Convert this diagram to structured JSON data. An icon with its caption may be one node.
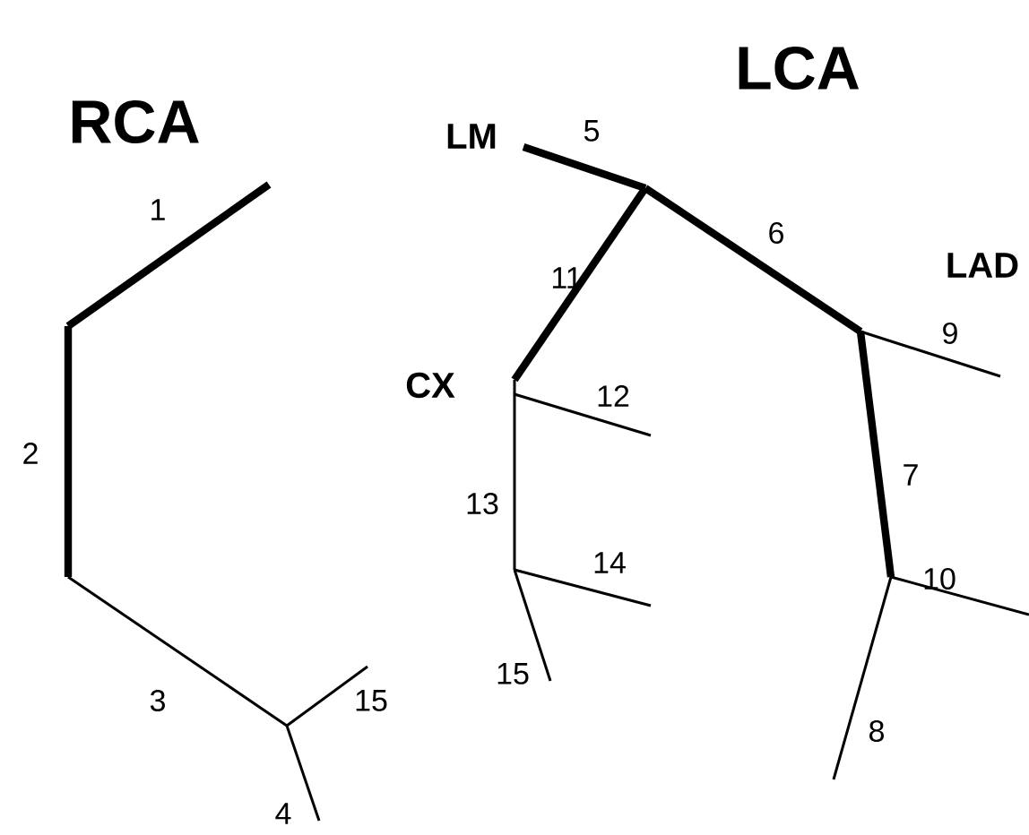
{
  "diagram": {
    "labels": [
      "RCA",
      "LCA",
      "LM",
      "5",
      "1",
      "6",
      "LAD",
      "11",
      "9",
      "CX",
      "12",
      "2",
      "13",
      "7",
      "14",
      "10",
      "3",
      "15",
      "15",
      "8",
      "4"
    ]
  }
}
